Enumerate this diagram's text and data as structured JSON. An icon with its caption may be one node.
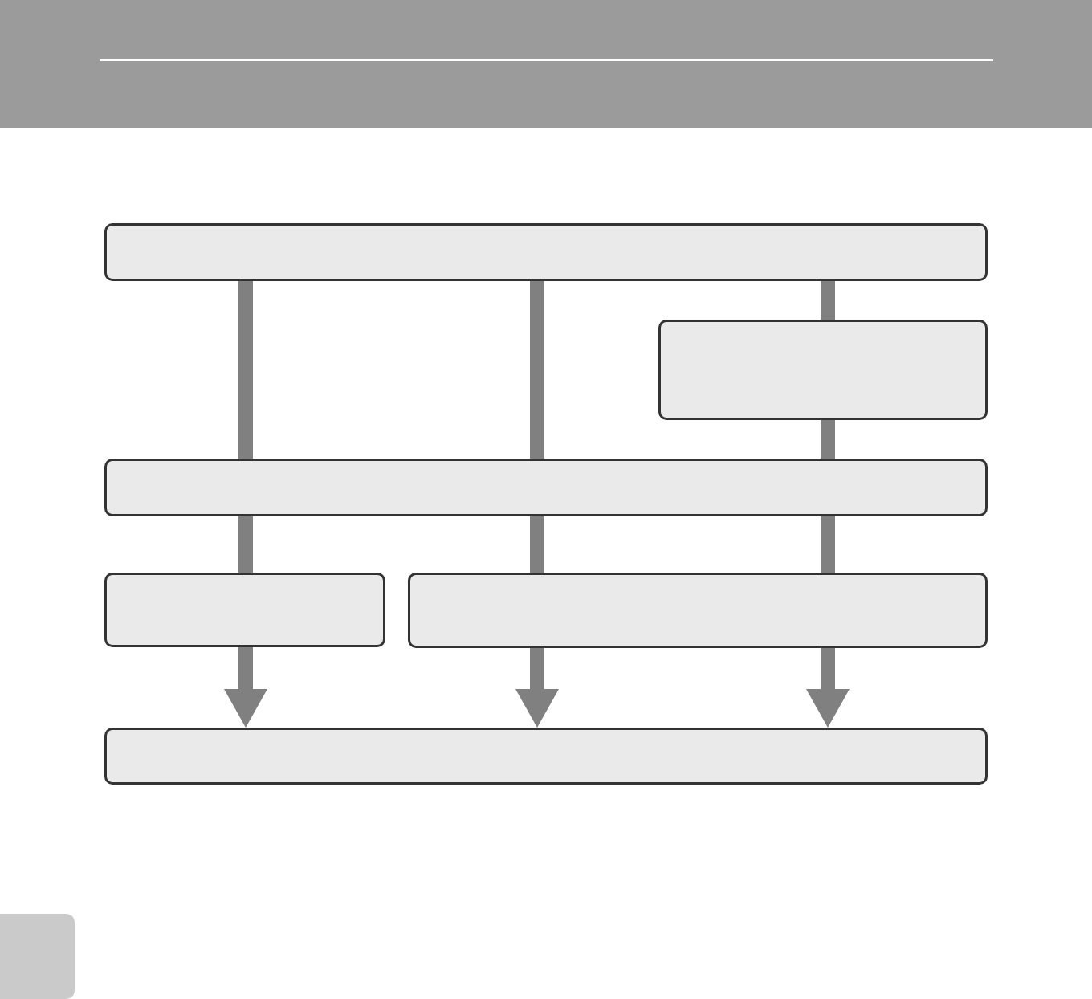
{
  "diagram": {
    "nodes": [
      {
        "text": [],
        "shape": "box"
      },
      {
        "text": [],
        "shape": "box"
      },
      {
        "text": [],
        "shape": "box"
      },
      {
        "text": [],
        "shape": "box"
      },
      {
        "text": [],
        "shape": "box"
      },
      {
        "text": [],
        "shape": "box"
      }
    ],
    "edges": [
      {
        "from": 0,
        "to": 2,
        "arrow": "none"
      },
      {
        "from": 0,
        "to": 2,
        "arrow": "none"
      },
      {
        "from": 0,
        "to": 1,
        "arrow": "none"
      },
      {
        "from": 1,
        "to": 2,
        "arrow": "none"
      },
      {
        "from": 2,
        "to": 3,
        "arrow": "none"
      },
      {
        "from": 2,
        "to": 4,
        "arrow": "none"
      },
      {
        "from": 2,
        "to": 4,
        "arrow": "none"
      },
      {
        "from": 3,
        "to": 5,
        "arrow": "to"
      },
      {
        "from": 4,
        "to": 5,
        "arrow": "to"
      },
      {
        "from": 4,
        "to": 5,
        "arrow": "to"
      }
    ]
  }
}
